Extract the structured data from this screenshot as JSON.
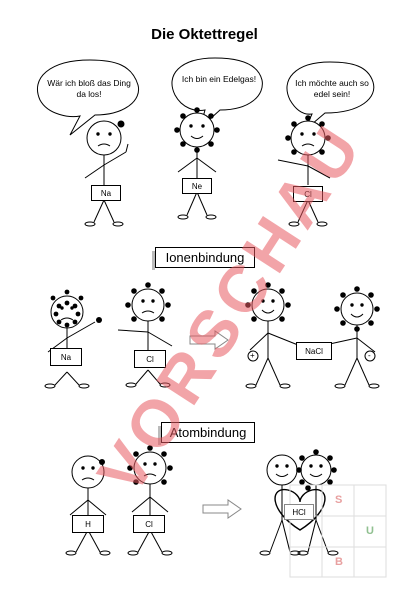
{
  "title": "Die Oktettregel",
  "bubbles": {
    "na": "Wär ich bloß das Ding da los!",
    "ne": "Ich bin ein Edelgas!",
    "cl": "Ich möchte auch so edel sein!"
  },
  "labels": {
    "na_top": "Na",
    "ne_top": "Ne",
    "cl_top": "Cl",
    "na_ion": "Na",
    "cl_ion": "Cl",
    "nacl": "NaCl",
    "h_atom": "H",
    "cl_atom": "Cl",
    "hcl": "HCl"
  },
  "signs": {
    "plus": "+",
    "minus": "-"
  },
  "sections": {
    "ionic": "Ionenbindung",
    "covalent": "Atombindung"
  },
  "watermark": "VORSCHAU",
  "stamp_letters": [
    "S",
    "U",
    "B"
  ],
  "colors": {
    "watermark": "#e85a60",
    "stamp_s": "#e8a0a0",
    "stamp_u": "#90c090",
    "stamp_b": "#e8a0a0"
  }
}
